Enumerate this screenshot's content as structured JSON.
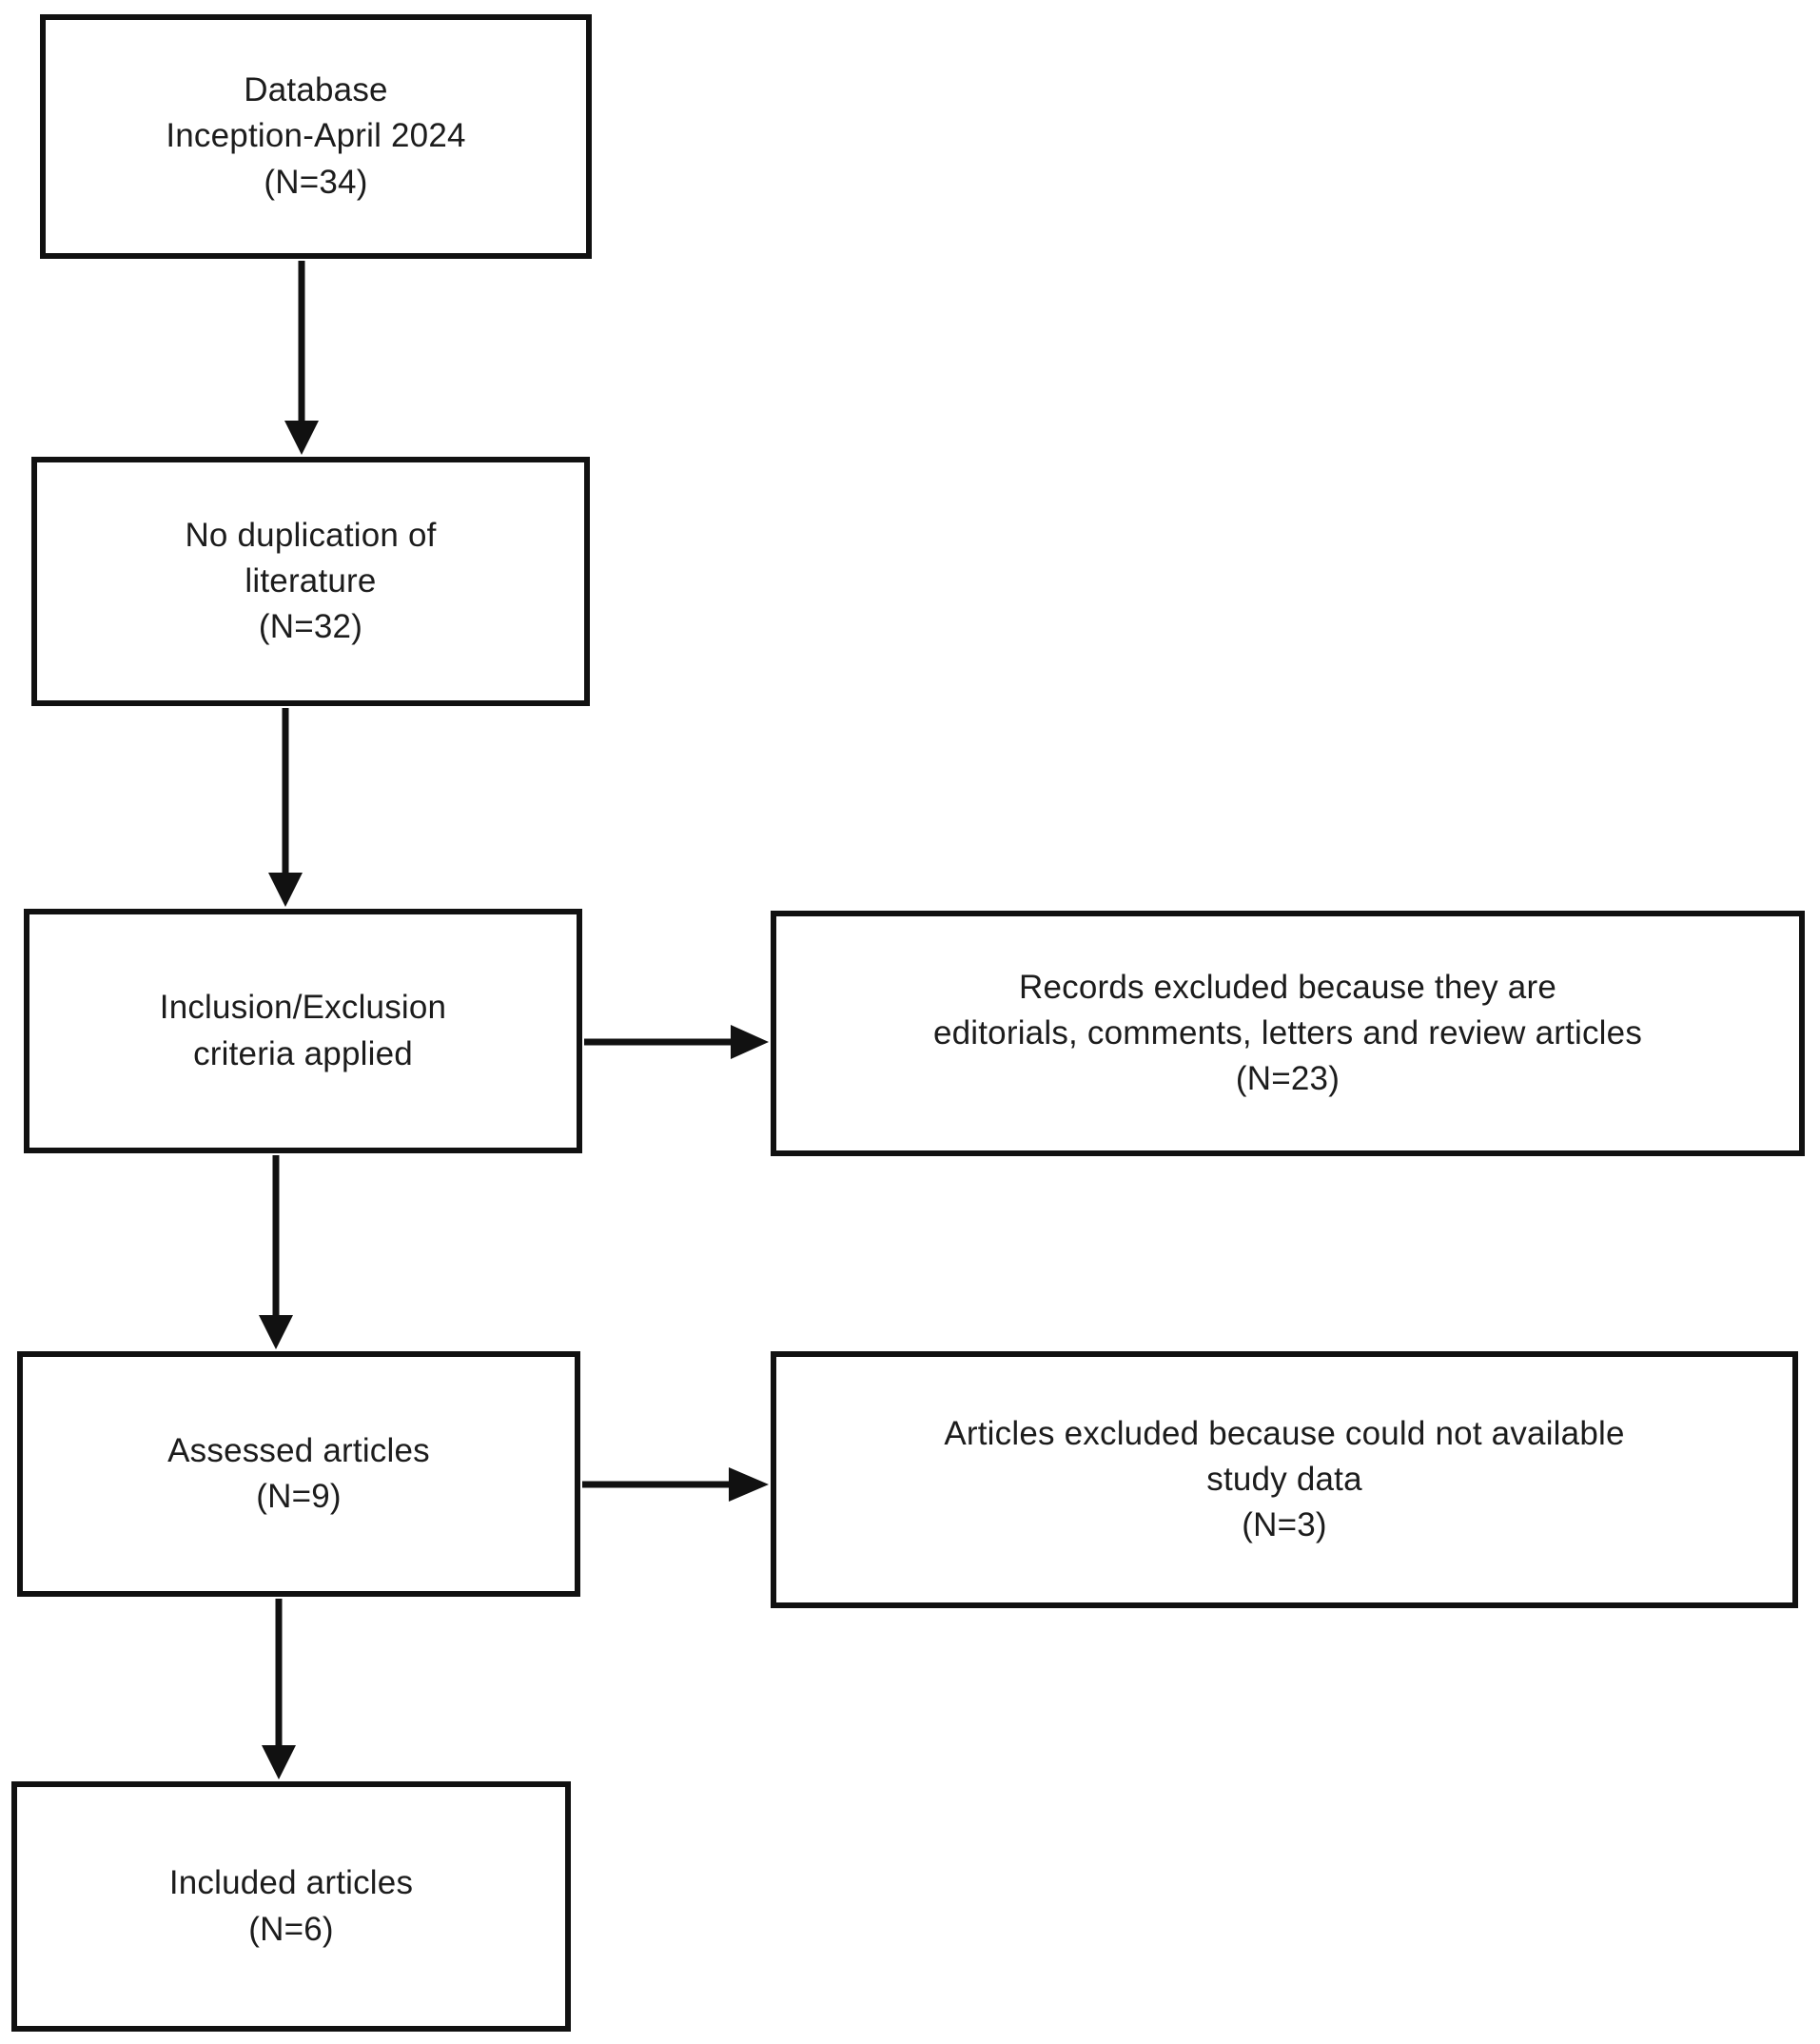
{
  "flowchart": {
    "description_note": "Literature screening flow diagram",
    "boxes": [
      {
        "id": "database",
        "text": "Database\nInception-April 2024\n(N=34)"
      },
      {
        "id": "dedup",
        "text": "No duplication of\nliterature\n(N=32)"
      },
      {
        "id": "criteria",
        "text": "Inclusion/Exclusion\ncriteria applied"
      },
      {
        "id": "assessed",
        "text": "Assessed articles\n(N=9)"
      },
      {
        "id": "included",
        "text": "Included articles\n(N=6)"
      },
      {
        "id": "excluded-records",
        "text": "Records excluded because they are\neditorials, comments, letters and review articles\n(N=23)"
      },
      {
        "id": "excluded-articles",
        "text": "Articles excluded because could not available\nstudy data\n(N=3)"
      }
    ],
    "counts": {
      "identified": 34,
      "after_deduplication": 32,
      "excluded_records": 23,
      "assessed": 9,
      "excluded_articles": 3,
      "included": 6
    },
    "colors": {
      "background": "#ffffff",
      "box_fill": "#ffffff",
      "box_border": "#111111",
      "text": "#1c1c1c",
      "arrow": "#111111"
    }
  }
}
